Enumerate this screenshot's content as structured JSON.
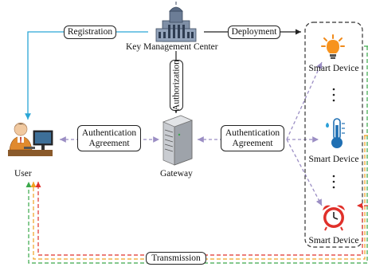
{
  "labels": {
    "kmc": "Key Management Center",
    "registration": "Registration",
    "deployment": "Deployment",
    "authorization": "Authorization",
    "gateway": "Gateway",
    "user": "User",
    "auth_left_line1": "Authentication",
    "auth_left_line2": "Agreement",
    "auth_right_line1": "Authentication",
    "auth_right_line2": "Agreement",
    "transmission": "Transmission",
    "devices": [
      "Smart Device",
      "Smart Device",
      "Smart Device"
    ]
  },
  "colors": {
    "registration_arrow": "#2aa6d6",
    "auth_dashed": "#9b8ec4",
    "transmission_red": "#e0302a",
    "transmission_orange": "#f0a020",
    "transmission_green": "#3aa84a",
    "device_frame": "#333333"
  },
  "icons": [
    "building-icon",
    "user-computer-icon",
    "server-icon",
    "bulb-icon",
    "thermometer-icon",
    "alarm-clock-icon"
  ]
}
